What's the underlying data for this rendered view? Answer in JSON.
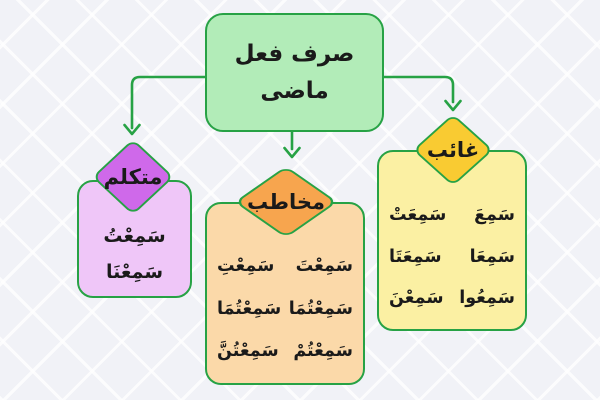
{
  "palette": {
    "green_border": "#27a245",
    "background": "#f1f2f7",
    "ink": "#1a1a1a",
    "top_box_fill": "#b2ecb8",
    "mutakallim_diamond_fill": "#cf69ea",
    "mutakallim_box_fill": "#efc6f8",
    "mukhatab_diamond_fill": "#f7a54e",
    "mukhatab_box_fill": "#fbd9a9",
    "ghaib_diamond_fill": "#f9cb32",
    "ghaib_box_fill": "#fbf0a3"
  },
  "title": {
    "line1": "صرف فعل",
    "line2": "ماضى"
  },
  "branches": [
    {
      "id": "mutakallim",
      "label": "متكلم",
      "rows": [
        [
          "سَمِعْتُ"
        ],
        [
          "سَمِعْنَا"
        ]
      ]
    },
    {
      "id": "mukhatab",
      "label": "مخاطب",
      "rows": [
        [
          "سَمِعْتَ",
          "سَمِعْتِ"
        ],
        [
          "سَمِعْتُمَا",
          "سَمِعْتُمَا"
        ],
        [
          "سَمِعْتُمْ",
          "سَمِعْتُنَّ"
        ]
      ]
    },
    {
      "id": "ghaib",
      "label": "غائب",
      "rows": [
        [
          "سَمِعَ",
          "سَمِعَتْ"
        ],
        [
          "سَمِعَا",
          "سَمِعَتَا"
        ],
        [
          "سَمِعُوا",
          "سَمِعْنَ"
        ]
      ]
    }
  ]
}
